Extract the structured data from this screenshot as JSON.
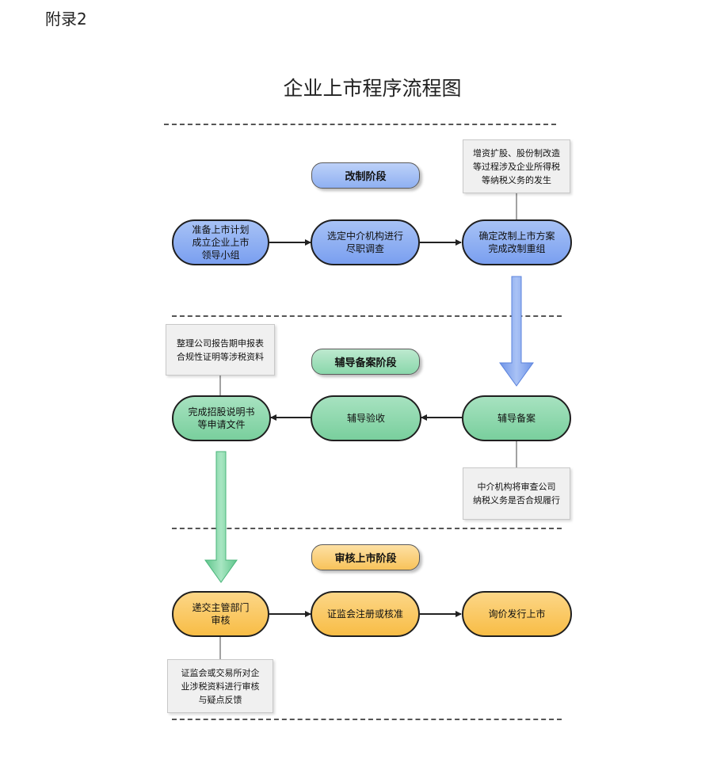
{
  "header": {
    "appendix": "附录2"
  },
  "title": "企业上市程序流程图",
  "stages": {
    "reform": {
      "label": "改制阶段",
      "nodes": {
        "prepare": "准备上市计划\n成立企业上市\n领导小组",
        "select": "选定中介机构进行\n尽职调查",
        "confirm": "确定改制上市方案\n完成改制重组"
      },
      "note": "增资扩股、股份制改造\n等过程涉及企业所得税\n等纳税义务的发生"
    },
    "counseling": {
      "label": "辅导备案阶段",
      "nodes": {
        "filing": "辅导备案",
        "acceptance": "辅导验收",
        "prospectus": "完成招股说明书\n等申请文件"
      },
      "note_top": "整理公司报告期申报表\n合规性证明等涉税资料",
      "note_bottom": "中介机构将审查公司\n纳税义务是否合规履行"
    },
    "review": {
      "label": "审核上市阶段",
      "nodes": {
        "submit": "递交主管部门\n审核",
        "csrc": "证监会注册或核准",
        "ipo": "询价发行上市"
      },
      "note": "证监会或交易所对企\n业涉税资料进行审核\n与疑点反馈"
    }
  },
  "colors": {
    "blue": "#7a9ff0",
    "green": "#79cf9d",
    "orange": "#f8bd46",
    "note": "#f0f0f0"
  }
}
